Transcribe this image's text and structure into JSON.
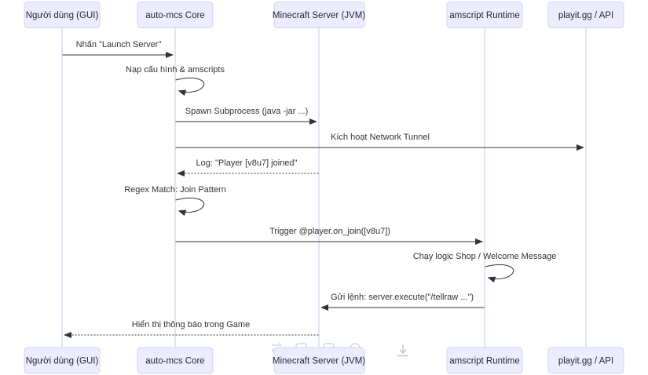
{
  "diagram": {
    "type": "sequence",
    "actors": [
      {
        "id": "user",
        "label": "Người dùng (GUI)"
      },
      {
        "id": "core",
        "label": "auto-mcs Core"
      },
      {
        "id": "server",
        "label": "Minecraft Server (JVM)"
      },
      {
        "id": "amscript",
        "label": "amscript Runtime"
      },
      {
        "id": "playit",
        "label": "playit.gg / API"
      }
    ],
    "messages": [
      {
        "from": "user",
        "to": "core",
        "style": "solid",
        "label": "Nhấn \"Launch Server\""
      },
      {
        "from": "core",
        "to": "core",
        "style": "self",
        "label": "Nạp cấu hình & amscripts"
      },
      {
        "from": "core",
        "to": "server",
        "style": "solid",
        "label": "Spawn Subprocess (java -jar ...)"
      },
      {
        "from": "core",
        "to": "playit",
        "style": "solid",
        "label": "Kích hoạt Network Tunnel"
      },
      {
        "from": "server",
        "to": "core",
        "style": "dashed",
        "label": "Log: \"Player [v8u7] joined\""
      },
      {
        "from": "core",
        "to": "core",
        "style": "self",
        "label": "Regex Match: Join Pattern"
      },
      {
        "from": "core",
        "to": "amscript",
        "style": "solid",
        "label": "Trigger @player.on_join([v8u7])"
      },
      {
        "from": "amscript",
        "to": "amscript",
        "style": "self",
        "label": "Chạy logic Shop / Welcome Message"
      },
      {
        "from": "amscript",
        "to": "server",
        "style": "solid",
        "label": "Gửi lệnh: server.execute(\"/tellraw ...\")"
      },
      {
        "from": "server",
        "to": "user",
        "style": "dashed",
        "label": "Hiển thị thông báo trong Game"
      }
    ],
    "colors": {
      "actor_fill": "#ececff",
      "actor_border": "#d3d3f2",
      "lifeline": "#c9c9e8",
      "arrow": "#333333",
      "text": "#26262e"
    }
  },
  "overlay": {
    "toolbar_icons": [
      "swap-arrows-icon",
      "copy-icon",
      "frame-icon",
      "magnifier-icon"
    ],
    "download_icon": "download-icon"
  }
}
